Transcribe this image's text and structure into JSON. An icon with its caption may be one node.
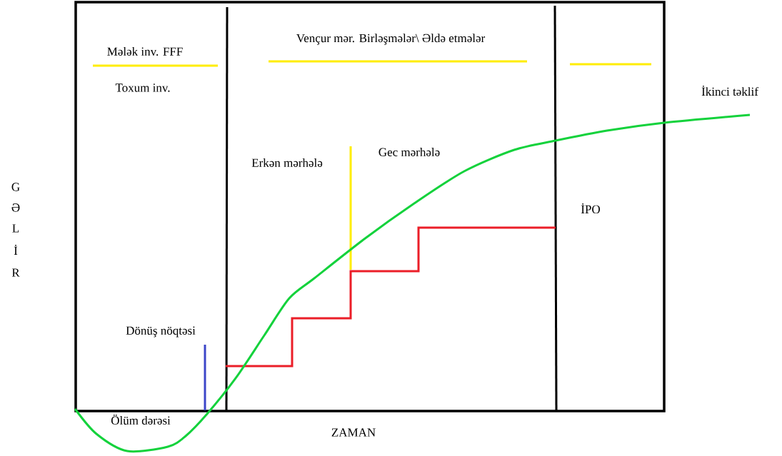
{
  "diagram": {
    "labels": [
      "Mələk inv. FFF",
      "Vençur mər. Birləşmələr\\ Əldə etmələr",
      "Toxum inv.",
      "İkinci təklif",
      "Gec mərhələ",
      "Erkən mərhələ",
      "İPO",
      "Dönüş nöqtəsi",
      "Ölüm dərəsi",
      "ZAMAN",
      "G",
      "Ə",
      "L",
      "İ",
      "R"
    ]
  }
}
